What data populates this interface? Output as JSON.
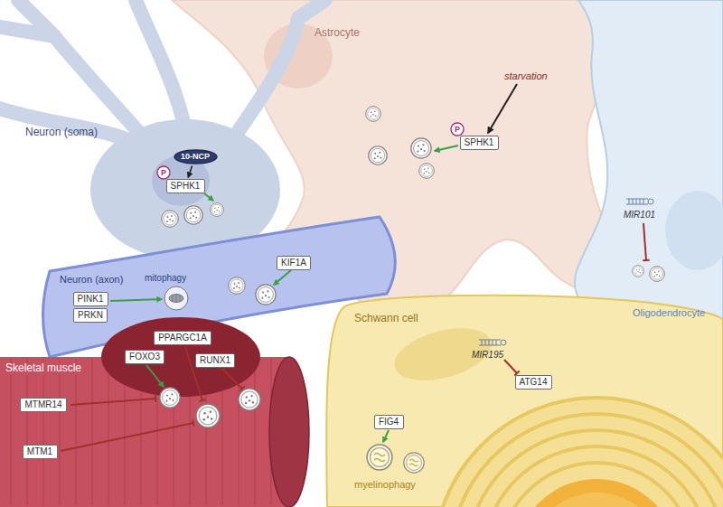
{
  "diagram": {
    "nodes": [
      {
        "text": [
          "P"
        ]
      },
      {
        "text": [
          "SPHK1"
        ]
      },
      {
        "text": [
          "10-NCP"
        ]
      },
      {
        "text": [
          "P"
        ]
      },
      {
        "text": [
          "SPHK1"
        ]
      },
      {
        "text": [
          "KIF1A"
        ]
      },
      {
        "text": [
          "PINK1"
        ]
      },
      {
        "text": [
          "PRKN"
        ]
      },
      {
        "text": [
          "PPARGC1A"
        ]
      },
      {
        "text": [
          "FOXO3"
        ]
      },
      {
        "text": [
          "RUNX1"
        ]
      },
      {
        "text": [
          "ATG14"
        ]
      },
      {
        "text": [
          "FIG4"
        ]
      },
      {
        "text": [
          "MTMR14"
        ]
      },
      {
        "text": [
          "MTM1"
        ]
      }
    ],
    "edges": [
      {
        "from": 2,
        "to": 4,
        "arrow": "to"
      }
    ],
    "labels": [
      "Astrocyte",
      "starvation",
      "Neuron (soma)",
      "Neuron (axon)",
      "mitophagy",
      "Skeletal muscle",
      "Schwann cell",
      "MIR195",
      "myelinophagy",
      "MIR101",
      "Oligodendrocyte"
    ]
  }
}
